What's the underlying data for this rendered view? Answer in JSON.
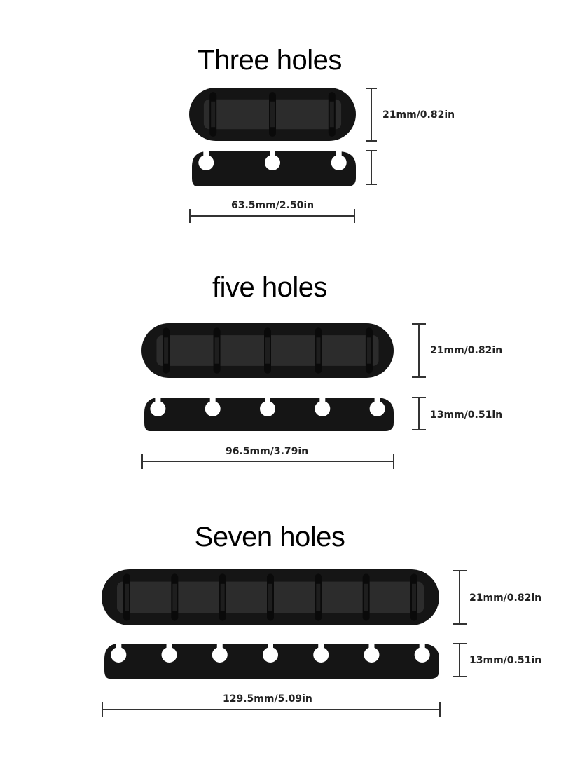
{
  "colors": {
    "body": "#151515",
    "groove": "#2c2c2c",
    "slot": "#0a0a0a",
    "line": "#333333"
  },
  "sections": [
    {
      "title": "Three holes",
      "holes": 3,
      "height_label": "21mm/0.82in",
      "depth_label": "",
      "width_label": "63.5mm/2.50in"
    },
    {
      "title": "five holes",
      "holes": 5,
      "height_label": "21mm/0.82in",
      "depth_label": "13mm/0.51in",
      "width_label": "96.5mm/3.79in"
    },
    {
      "title": "Seven holes",
      "holes": 7,
      "height_label": "21mm/0.82in",
      "depth_label": "13mm/0.51in",
      "width_label": "129.5mm/5.09in"
    }
  ]
}
